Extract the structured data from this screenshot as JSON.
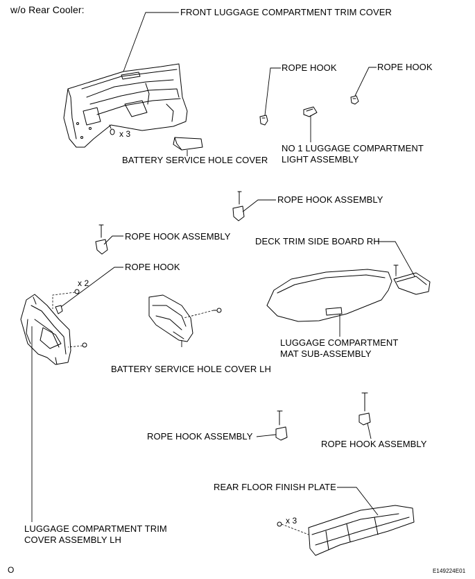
{
  "heading": "w/o Rear Cooler:",
  "labels": {
    "front_trim_cover": "FRONT LUGGAGE COMPARTMENT TRIM COVER",
    "rope_hook_1": "ROPE HOOK",
    "rope_hook_2": "ROPE HOOK",
    "light_assembly_line1": "NO  1 LUGGAGE COMPARTMENT",
    "light_assembly_line2": "LIGHT ASSEMBLY",
    "battery_cover": "BATTERY SERVICE HOLE COVER",
    "rope_hook_assy_1": "ROPE HOOK ASSEMBLY",
    "rope_hook_assy_2": "ROPE HOOK ASSEMBLY",
    "deck_trim_board": "DECK TRIM SIDE BOARD RH",
    "rope_hook_3": "ROPE HOOK",
    "mat_line1": "LUGGAGE COMPARTMENT",
    "mat_line2": "MAT SUB-ASSEMBLY",
    "battery_cover_lh": "BATTERY SERVICE HOLE COVER LH",
    "rope_hook_assy_3": "ROPE HOOK ASSEMBLY",
    "rope_hook_assy_4": "ROPE HOOK ASSEMBLY",
    "rear_plate": "REAR FLOOR FINISH PLATE",
    "trim_cover_lh_line1": "LUGGAGE COMPARTMENT TRIM",
    "trim_cover_lh_line2": "COVER ASSEMBLY LH"
  },
  "quantities": {
    "front_clips": "x 3",
    "side_clips": "x 2",
    "rear_clips": "x 3"
  },
  "footer": {
    "left_mark": "O",
    "figure_id": "E149224E01"
  }
}
